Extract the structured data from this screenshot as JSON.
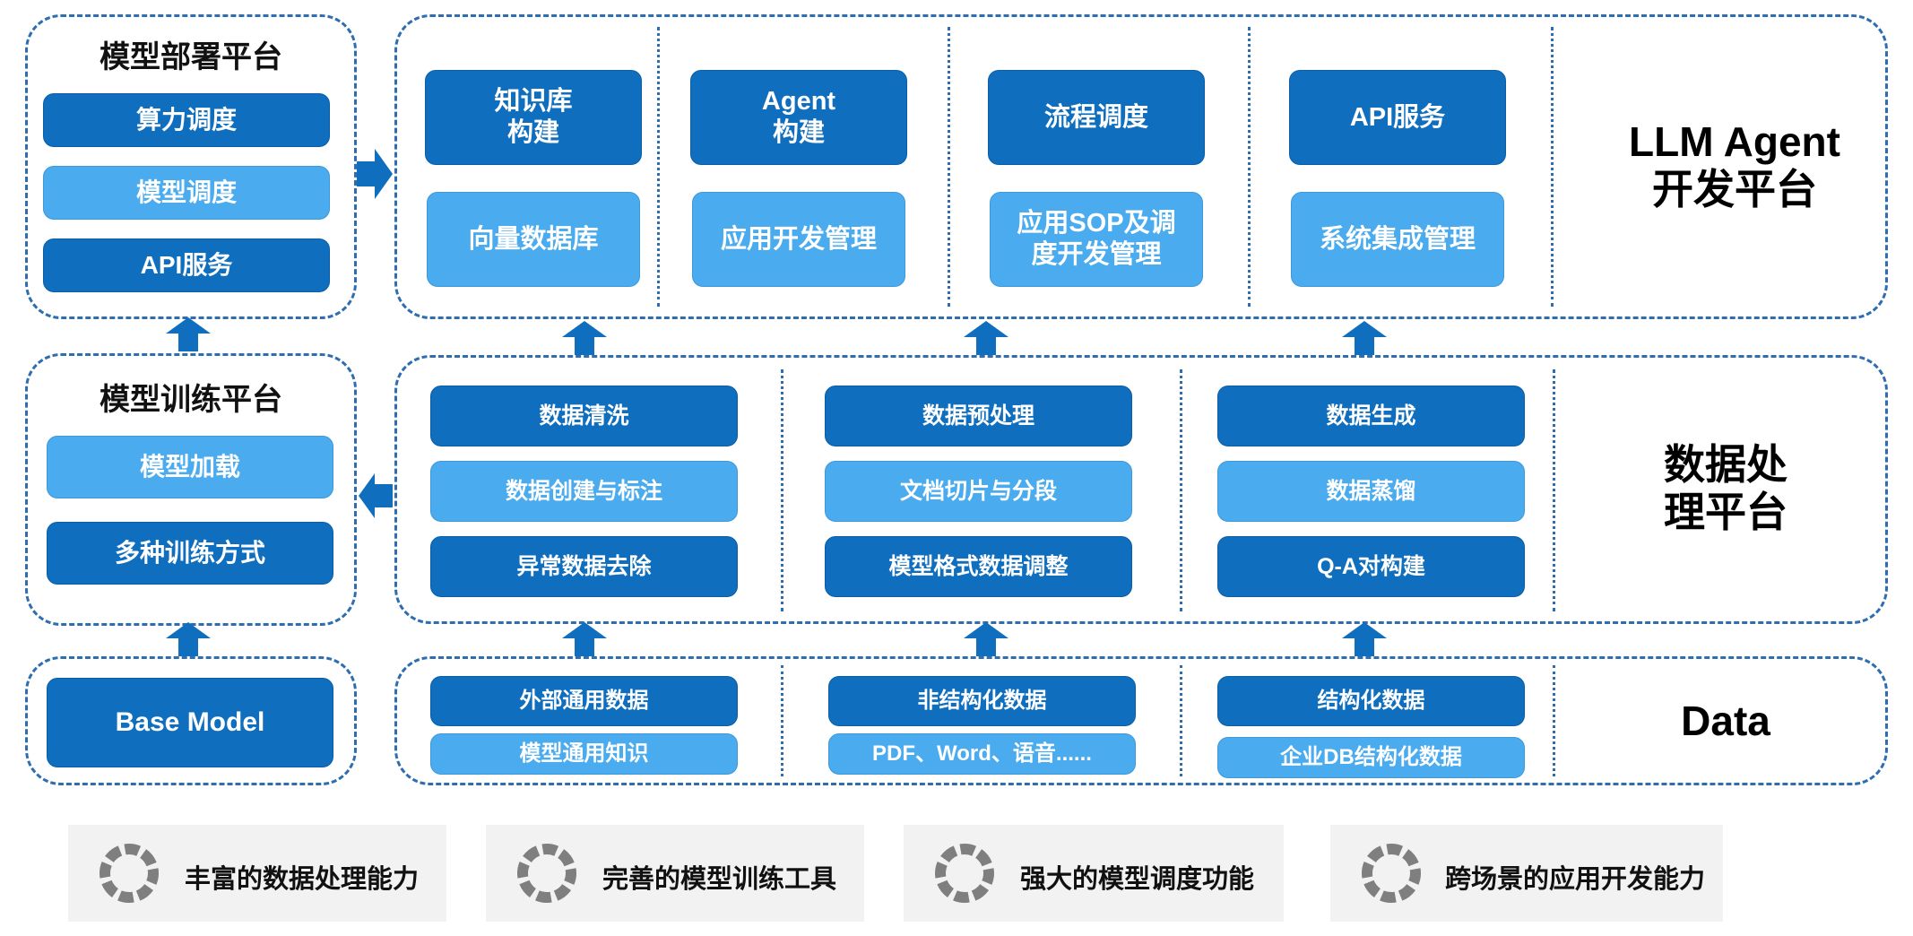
{
  "deploy_platform": {
    "title": "模型部署平台",
    "items": [
      "算力调度",
      "模型调度",
      "API服务"
    ]
  },
  "train_platform": {
    "title": "模型训练平台",
    "items": [
      "模型加载",
      "多种训练方式"
    ]
  },
  "base": {
    "label": "Base Model"
  },
  "agent_platform": {
    "label": "LLM Agent\n开发平台",
    "top_items": [
      "知识库\n构建",
      "Agent\n构建",
      "流程调度",
      "API服务"
    ],
    "bottom_items": [
      "向量数据库",
      "应用开发管理",
      "应用SOP及调\n度开发管理",
      "系统集成管理"
    ]
  },
  "data_processing": {
    "label": "数据处\n理平台",
    "columns": [
      [
        "数据清洗",
        "数据创建与标注",
        "异常数据去除"
      ],
      [
        "数据预处理",
        "文档切片与分段",
        "模型格式数据调整"
      ],
      [
        "数据生成",
        "数据蒸馏",
        "Q-A对构建"
      ]
    ]
  },
  "data_layer": {
    "label": "Data",
    "columns": [
      [
        "外部通用数据",
        "模型通用知识"
      ],
      [
        "非结构化数据",
        "PDF、Word、语音......"
      ],
      [
        "结构化数据",
        "企业DB结构化数据"
      ]
    ]
  },
  "features": [
    {
      "icon": "segmented-ring-icon",
      "label": "丰富的数据处理能力"
    },
    {
      "icon": "segmented-ring-icon",
      "label": "完善的模型训练工具"
    },
    {
      "icon": "segmented-ring-icon",
      "label": "强大的模型调度功能"
    },
    {
      "icon": "segmented-ring-icon",
      "label": "跨场景的应用开发能力"
    }
  ],
  "colors": {
    "dark_box": "#0f6fbe",
    "light_box": "#4aabee",
    "border": "#2e6db0",
    "feature_bg": "#f2f2f2",
    "icon_gray": "#7f7f7f"
  }
}
